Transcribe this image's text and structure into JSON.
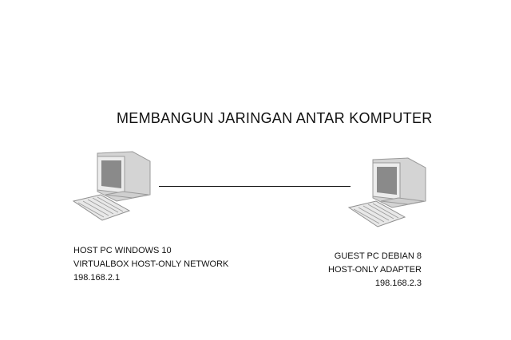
{
  "diagram": {
    "title": "MEMBANGUN JARINGAN ANTAR KOMPUTER",
    "host": {
      "icon": "desktop-computer-icon",
      "lines": [
        "HOST PC WINDOWS 10",
        "VIRTUALBOX HOST-ONLY NETWORK",
        "198.168.2.1"
      ]
    },
    "guest": {
      "icon": "desktop-computer-icon",
      "lines": [
        "GUEST PC DEBIAN 8",
        "HOST-ONLY ADAPTER",
        "198.168.2.3"
      ]
    },
    "colors": {
      "line": "#111111",
      "computer_body": "#e6e6e6",
      "screen": "#8a8a8a"
    }
  }
}
